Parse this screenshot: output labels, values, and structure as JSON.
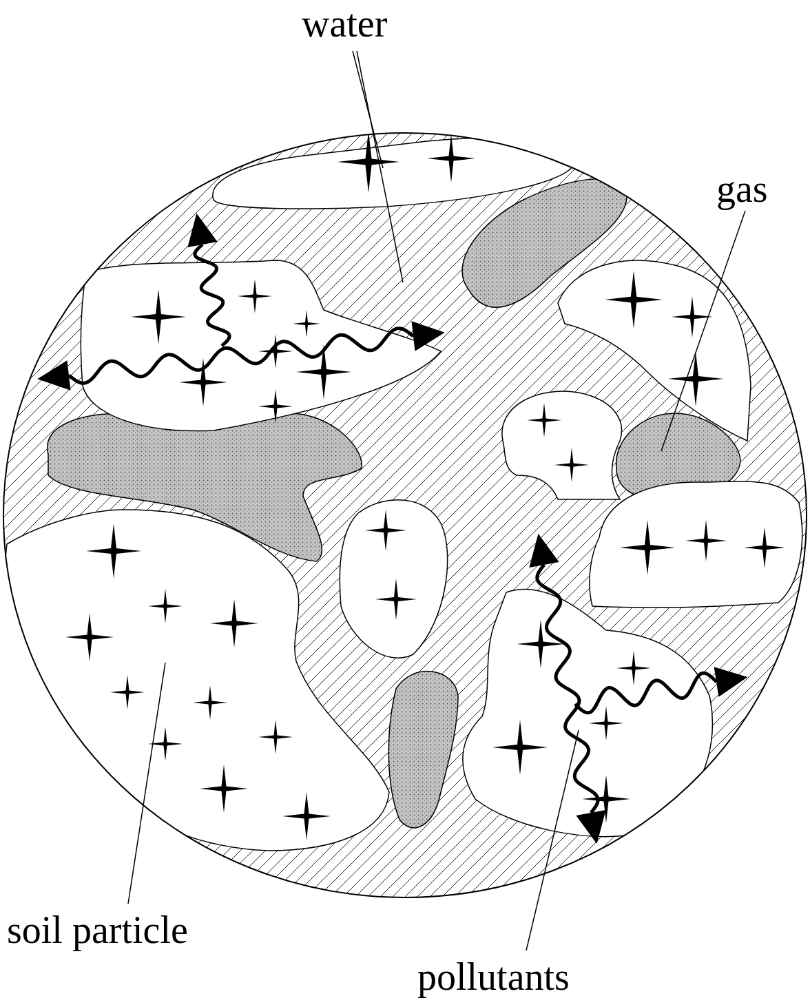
{
  "diagram": {
    "labels": [
      "water",
      "gas",
      "soil particle",
      "pollutants"
    ]
  }
}
